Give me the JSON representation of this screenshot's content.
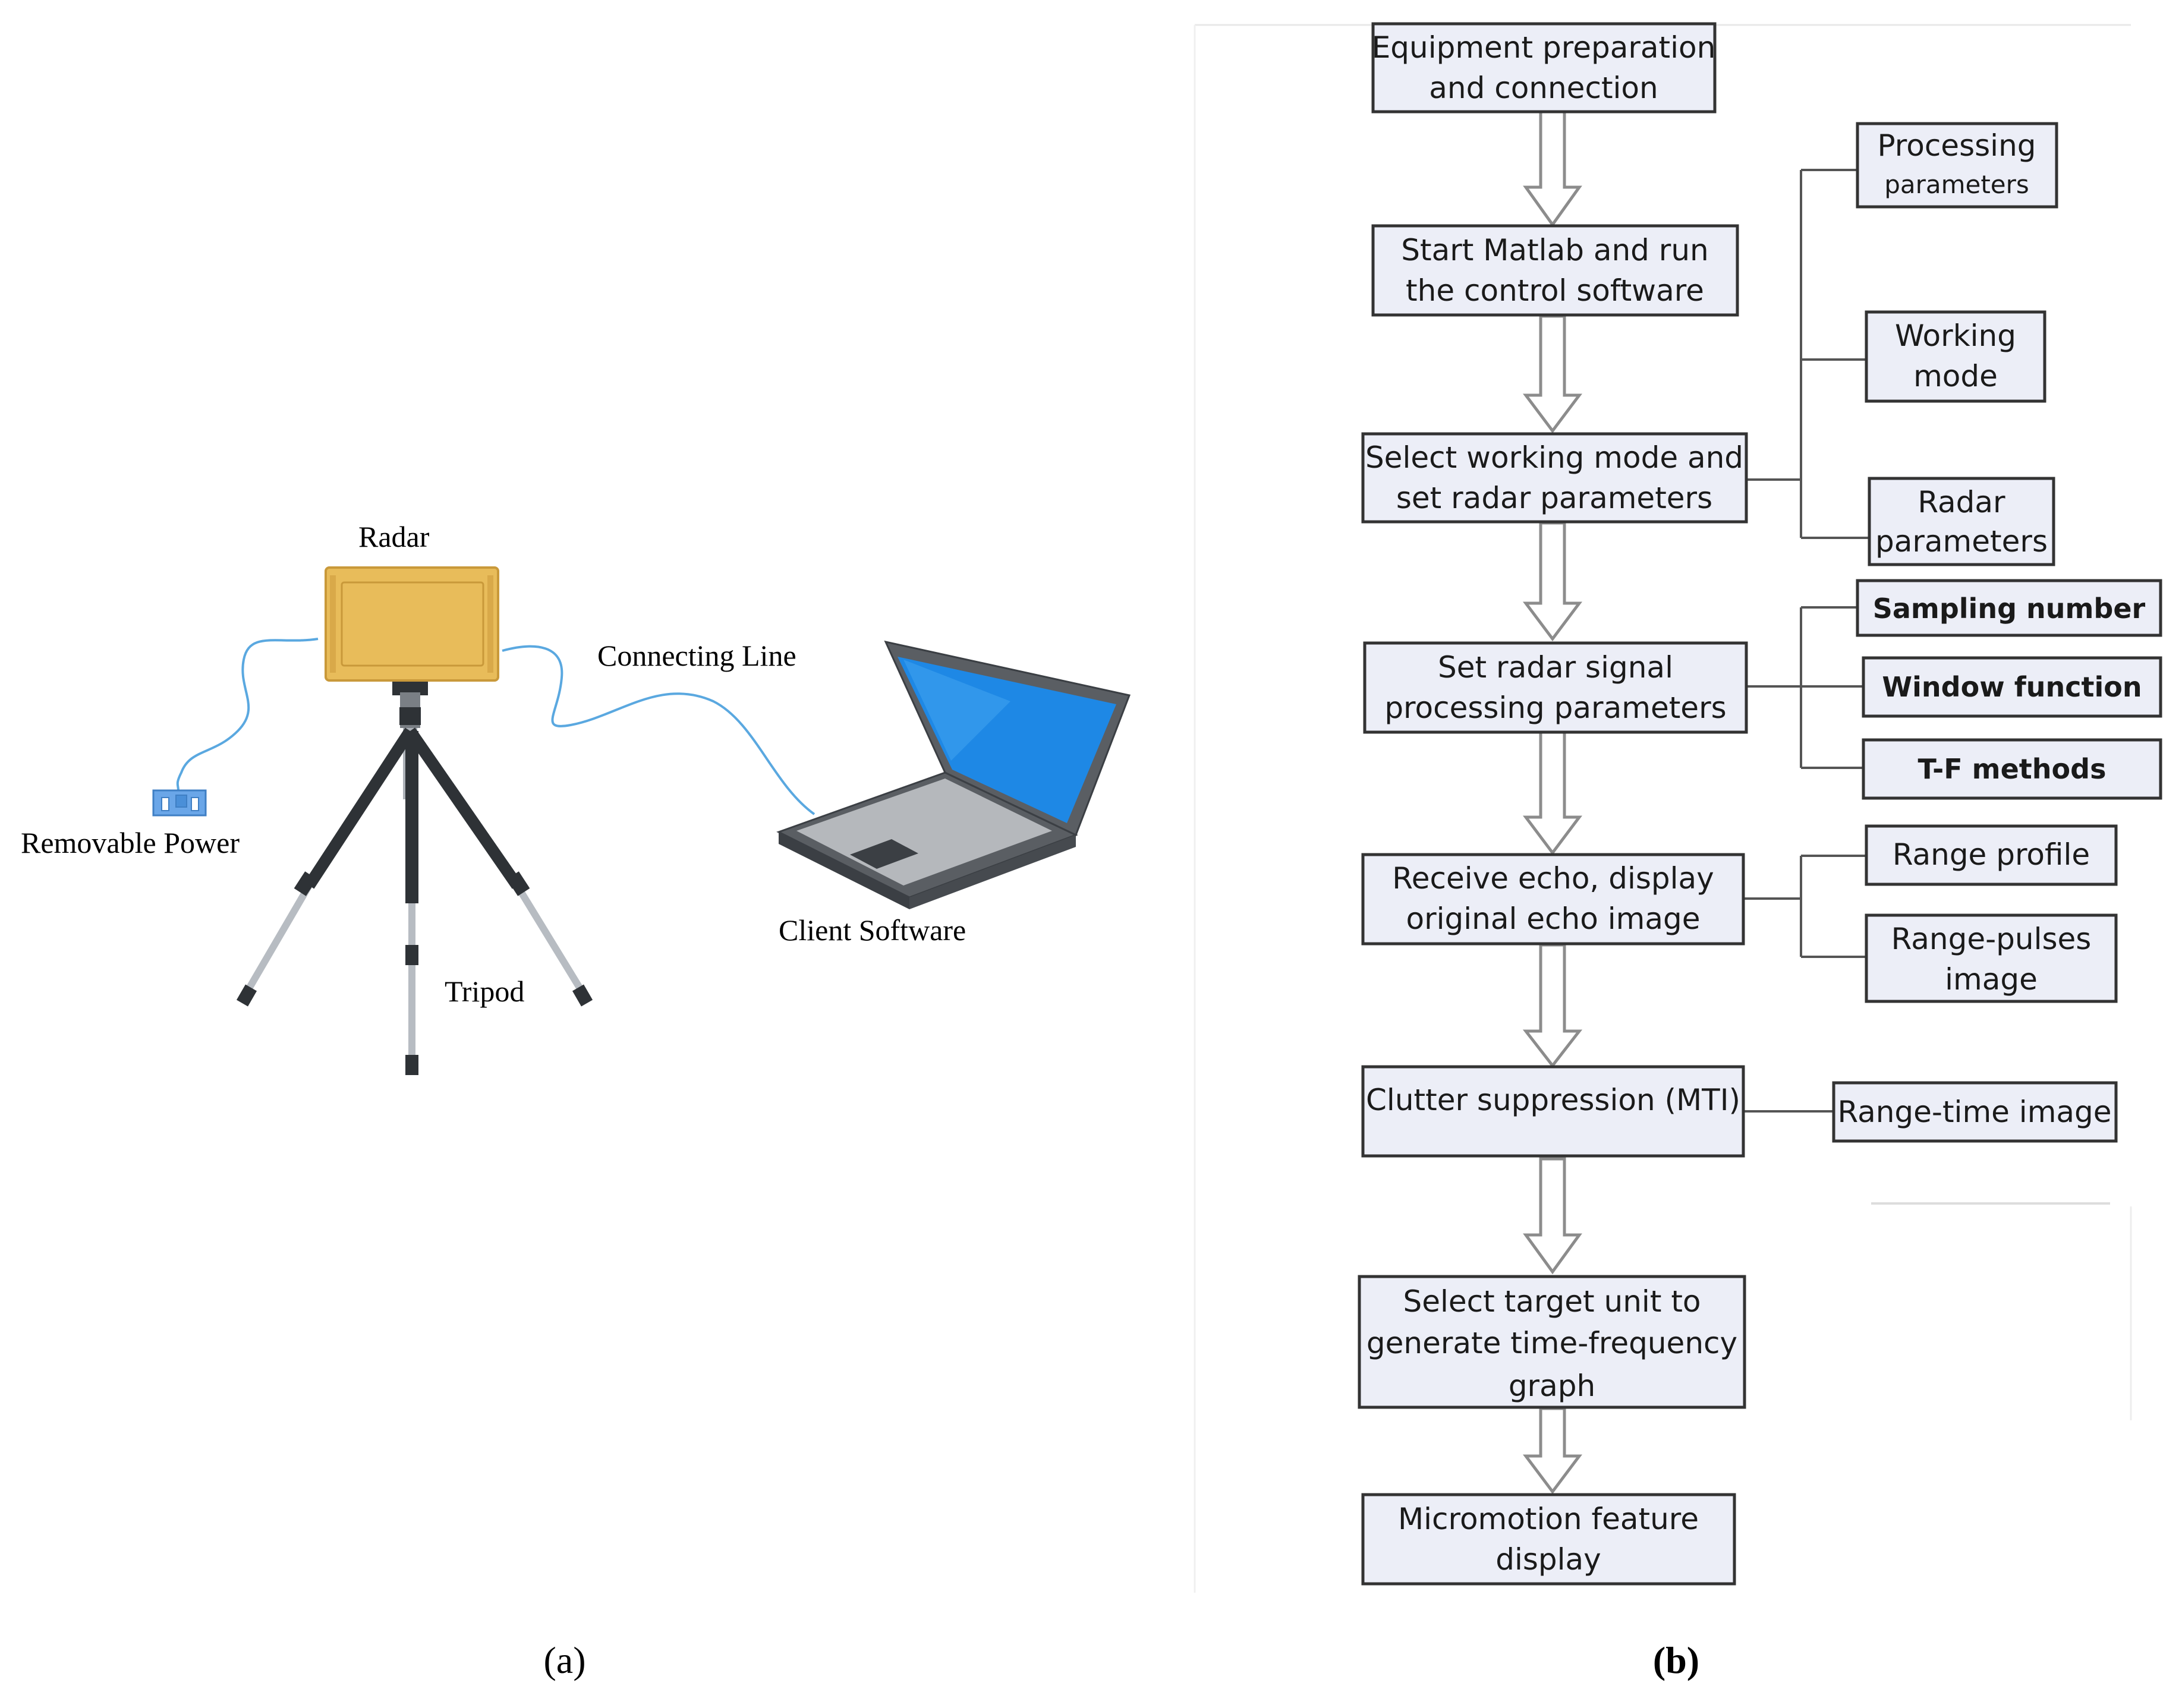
{
  "panel_a": {
    "caption": "(a)",
    "labels": {
      "radar": "Radar",
      "connecting_line": "Connecting Line",
      "removable_power": "Removable Power",
      "tripod": "Tripod",
      "client_software": "Client Software"
    },
    "colors": {
      "radar_body": "#e8bc5a",
      "cable": "#5aa8e0",
      "screen": "#1e88e5",
      "laptop": "#5a5e63",
      "tripod": "#3b3f44",
      "power": "#6aa6e8"
    }
  },
  "panel_b": {
    "caption": "(b)",
    "steps": [
      {
        "line1": "Equipment preparation",
        "line2": "and connection",
        "line3": ""
      },
      {
        "line1": "Start Matlab and run",
        "line2": "the control software",
        "line3": ""
      },
      {
        "line1": "Select working mode and",
        "line2": "set radar parameters",
        "line3": ""
      },
      {
        "line1": "Set radar signal",
        "line2": "processing parameters",
        "line3": ""
      },
      {
        "line1": "Receive echo, display",
        "line2": "original echo image",
        "line3": ""
      },
      {
        "line1": "Clutter suppression (MTI)",
        "line2": "",
        "line3": ""
      },
      {
        "line1": "Select target unit to",
        "line2": "generate time-frequency",
        "line3": "graph"
      },
      {
        "line1": "Micromotion feature",
        "line2": "display",
        "line3": ""
      }
    ],
    "side_boxes": {
      "processing_parameters": {
        "line1": "Processing",
        "line2": "parameters"
      },
      "working_mode": {
        "line1": "Working",
        "line2": "mode"
      },
      "radar_parameters": {
        "line1": "Radar",
        "line2": "parameters"
      },
      "sampling_number": {
        "line1": "Sampling number"
      },
      "window_function": {
        "line1": "Window function"
      },
      "tf_methods": {
        "line1": "T-F methods"
      },
      "range_profile": {
        "line1": "Range profile"
      },
      "range_pulses_image": {
        "line1": "Range-pulses",
        "line2": "image"
      },
      "range_time_image": {
        "line1": "Range-time image"
      }
    },
    "colors": {
      "box_fill": "#eceef7",
      "box_stroke": "#333333",
      "arrow_fill": "#ffffff",
      "arrow_stroke": "#8c8c8c",
      "connector": "#555555"
    }
  }
}
